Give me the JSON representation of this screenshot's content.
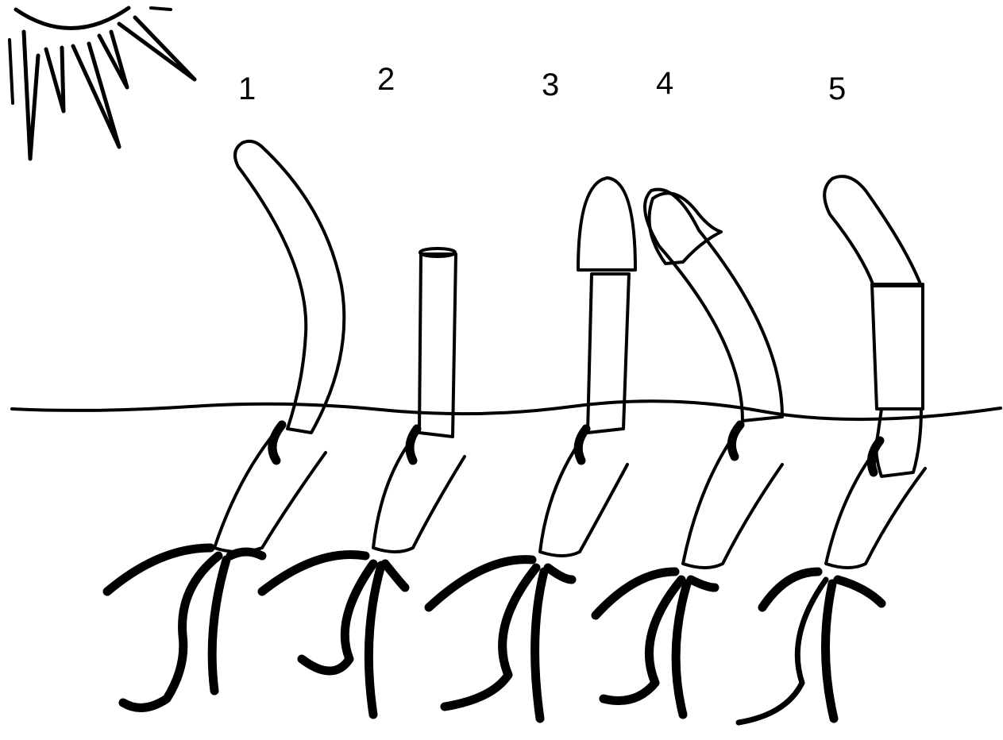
{
  "figure": {
    "labels": [
      "1",
      "2",
      "3",
      "4",
      "5"
    ],
    "ink_color": "#000000",
    "background_color": "#ffffff",
    "elements": {
      "sun": "sun-icon",
      "ground": "soil-line",
      "tip_cap": "opaque-cap",
      "shaded_band": "opaque-sleeve",
      "clear_tip_cap": "transparent-cap"
    }
  }
}
